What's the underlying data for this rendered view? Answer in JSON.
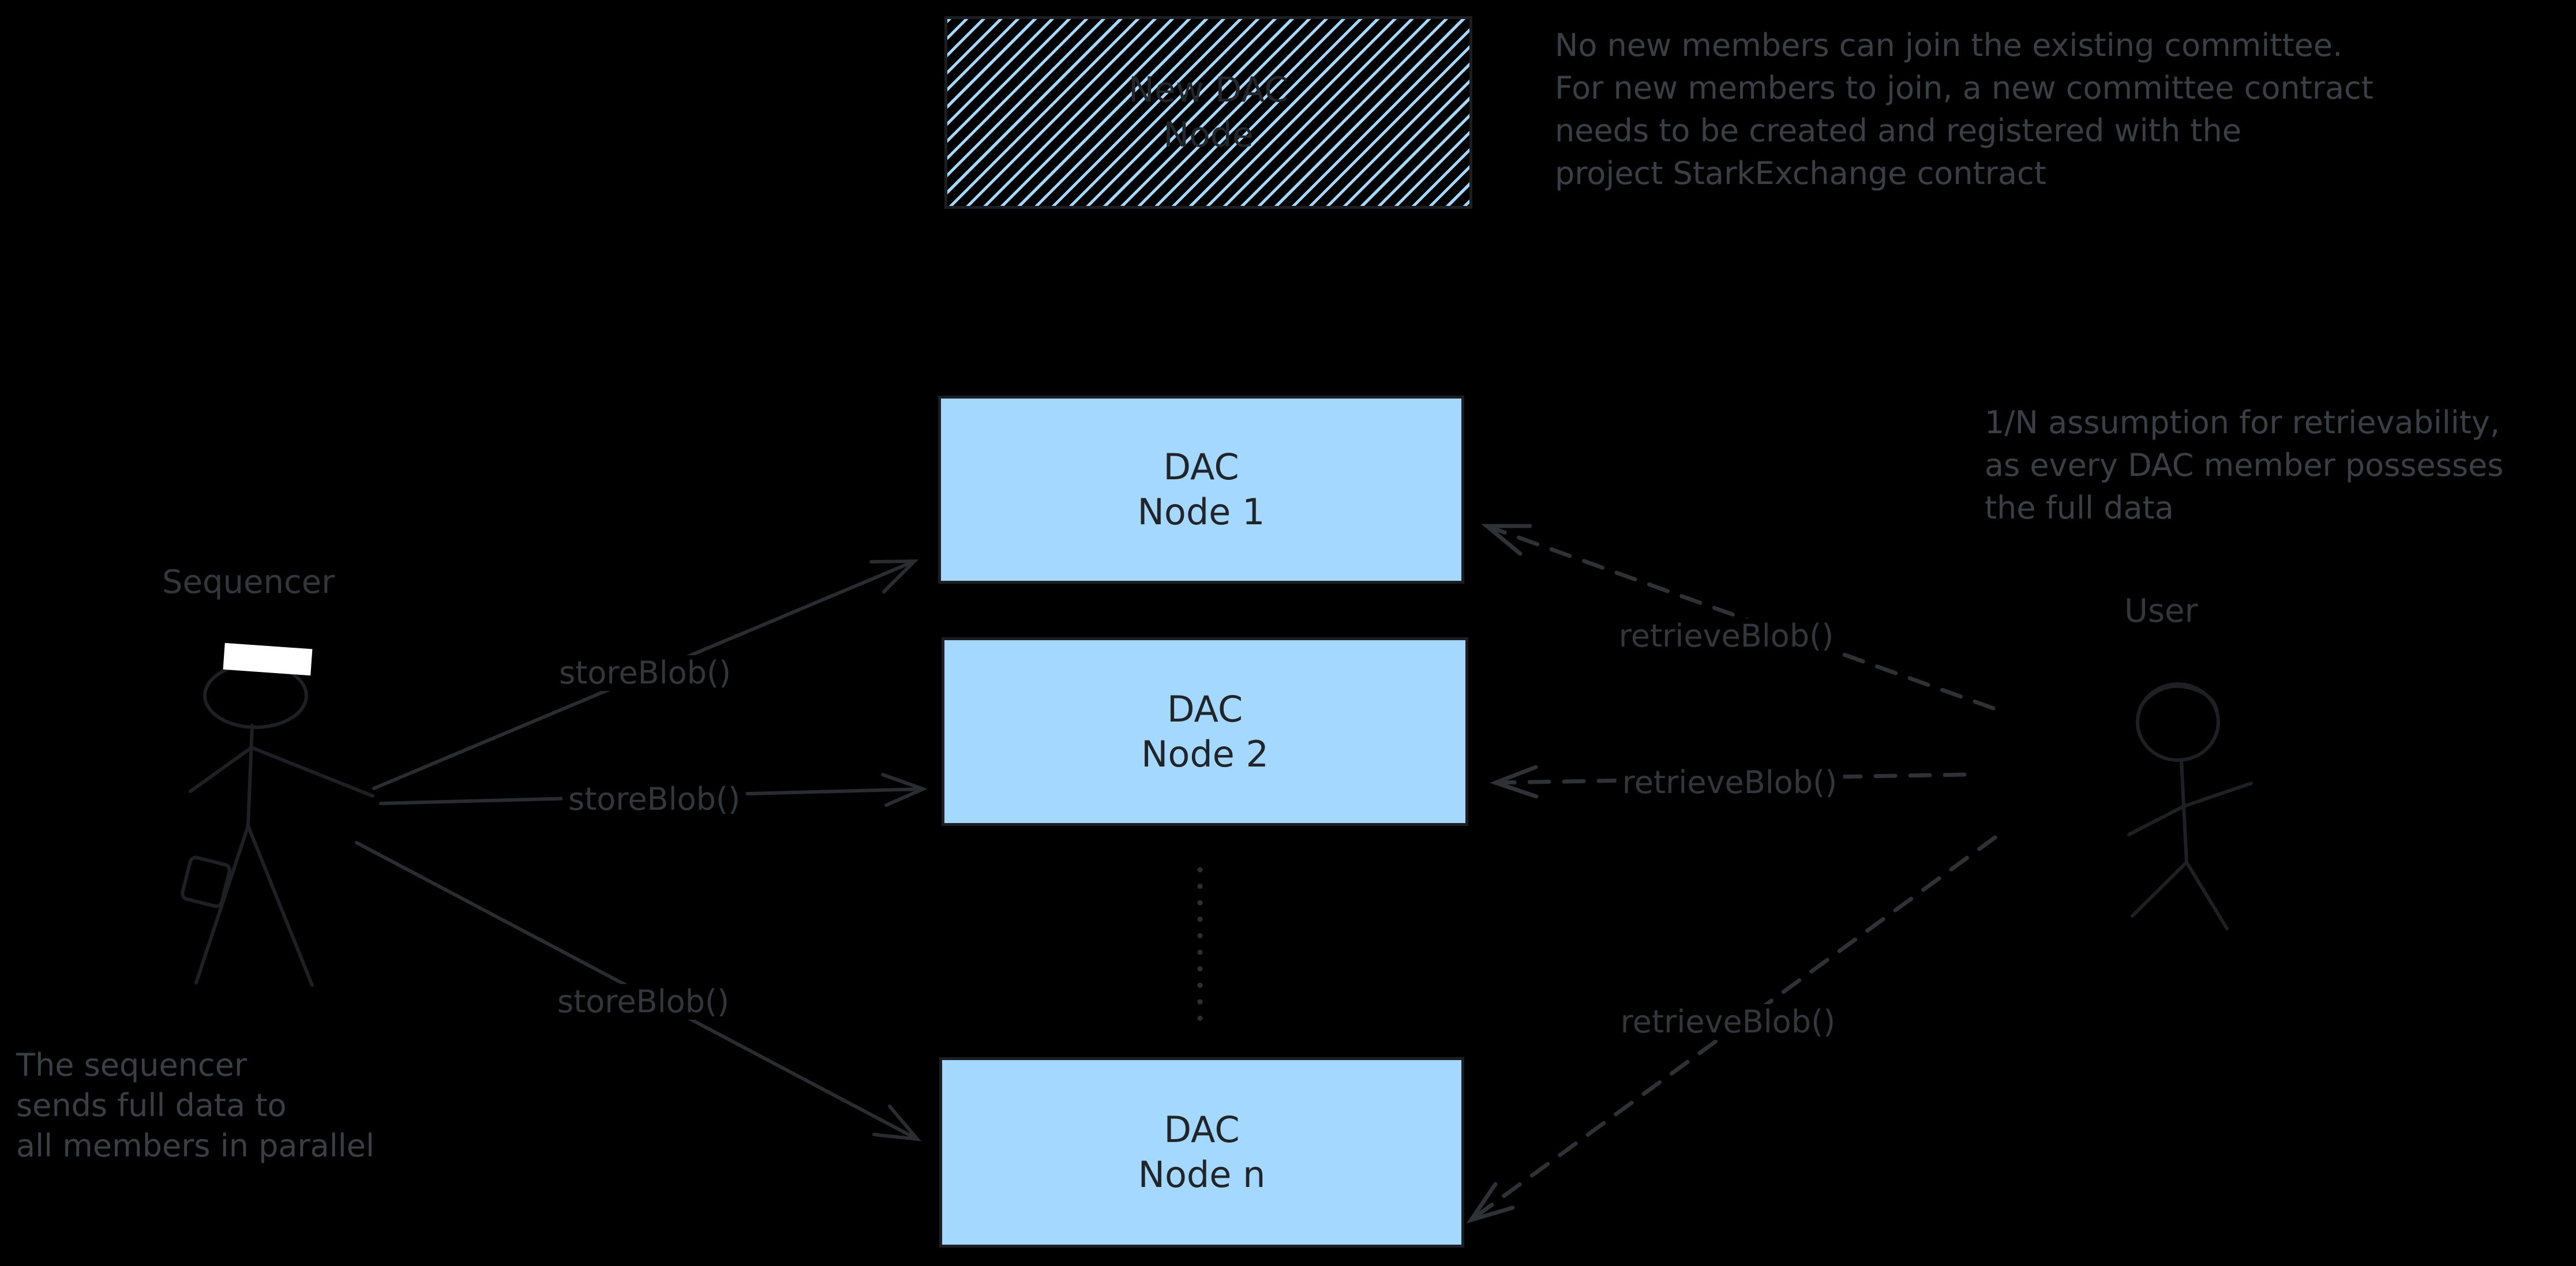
{
  "diagram": {
    "colors": {
      "background": "#000000",
      "node_fill": "#a5d8ff",
      "hatch_stripe": "#a5d8ff",
      "stroke_dark": "#1e2023",
      "text_grey": "#3a3f45",
      "hat_white": "#ffffff"
    },
    "new_dac_node": {
      "label": "New DAC\nNode"
    },
    "nodes": [
      {
        "label": "DAC\nNode 1"
      },
      {
        "label": "DAC\nNode 2"
      },
      {
        "label": "DAC\nNode n"
      }
    ],
    "actors": {
      "sequencer": {
        "label": "Sequencer"
      },
      "user": {
        "label": "User"
      }
    },
    "edges": {
      "store_labels": [
        "storeBlob()",
        "storeBlob()",
        "storeBlob()"
      ],
      "retrieve_labels": [
        "retrieveBlob()",
        "retrieveBlob()",
        "retrieveBlob()"
      ]
    },
    "annotations": {
      "committee_note": "No new members can join the existing committee.\nFor new members to join, a new committee contract\nneeds to be created and registered with the\nproject StarkExchange contract",
      "retrievability_note": "1/N assumption for retrievability,\nas every DAC member possesses\nthe full data",
      "sequencer_note": "The sequencer\nsends full data to\nall members in parallel"
    }
  }
}
